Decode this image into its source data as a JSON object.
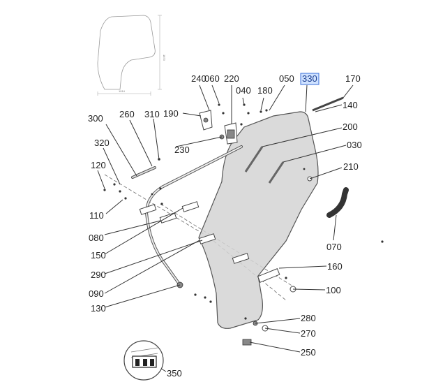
{
  "diagram": {
    "selected_label": "330",
    "thumbnail": {
      "dim_height": "1870",
      "dim_width": "1014"
    },
    "callouts": [
      {
        "id": "240",
        "text": "240"
      },
      {
        "id": "060",
        "text": "060"
      },
      {
        "id": "220",
        "text": "220"
      },
      {
        "id": "050",
        "text": "050"
      },
      {
        "id": "330",
        "text": "330"
      },
      {
        "id": "170",
        "text": "170"
      },
      {
        "id": "040",
        "text": "040"
      },
      {
        "id": "180",
        "text": "180"
      },
      {
        "id": "140",
        "text": "140"
      },
      {
        "id": "300",
        "text": "300"
      },
      {
        "id": "260",
        "text": "260"
      },
      {
        "id": "310",
        "text": "310"
      },
      {
        "id": "190",
        "text": "190"
      },
      {
        "id": "200",
        "text": "200"
      },
      {
        "id": "030",
        "text": "030"
      },
      {
        "id": "230",
        "text": "230"
      },
      {
        "id": "320",
        "text": "320"
      },
      {
        "id": "120",
        "text": "120"
      },
      {
        "id": "210",
        "text": "210"
      },
      {
        "id": "110",
        "text": "110"
      },
      {
        "id": "070",
        "text": "070"
      },
      {
        "id": "080",
        "text": "080"
      },
      {
        "id": "150",
        "text": "150"
      },
      {
        "id": "290",
        "text": "290"
      },
      {
        "id": "160",
        "text": "160"
      },
      {
        "id": "090",
        "text": "090"
      },
      {
        "id": "100",
        "text": "100"
      },
      {
        "id": "130",
        "text": "130"
      },
      {
        "id": "280",
        "text": "280"
      },
      {
        "id": "270",
        "text": "270"
      },
      {
        "id": "250",
        "text": "250"
      },
      {
        "id": "350",
        "text": "350"
      }
    ]
  }
}
